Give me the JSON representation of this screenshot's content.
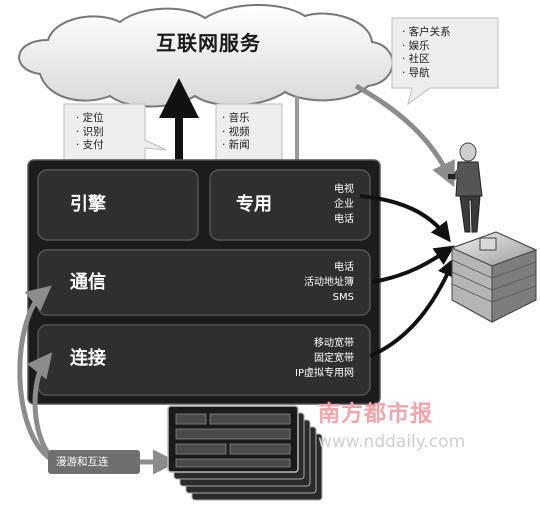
{
  "cloud": {
    "title": "互联网服务"
  },
  "callouts": {
    "top_right": [
      "· 客户关系",
      "· 娱乐",
      "· 社区",
      "· 导航"
    ],
    "left": [
      "· 定位",
      "· 识别",
      "· 支付"
    ],
    "middle": [
      "· 音乐",
      "· 视频",
      "· 新闻"
    ]
  },
  "blocks": {
    "engine": {
      "label": "引擎"
    },
    "dedicated": {
      "label": "专用",
      "items": [
        "电视",
        "企业",
        "电话"
      ]
    },
    "communication": {
      "label": "通信",
      "items": [
        "电话",
        "活动地址簿",
        "SMS"
      ]
    },
    "connection": {
      "label": "连接",
      "items": [
        "移动宽带",
        "固定宽带",
        "IP虚拟专用网"
      ]
    }
  },
  "roaming": {
    "label": "漫游和互连"
  },
  "watermark": {
    "name": "南方都市报",
    "url": "www.nddaily.com"
  }
}
